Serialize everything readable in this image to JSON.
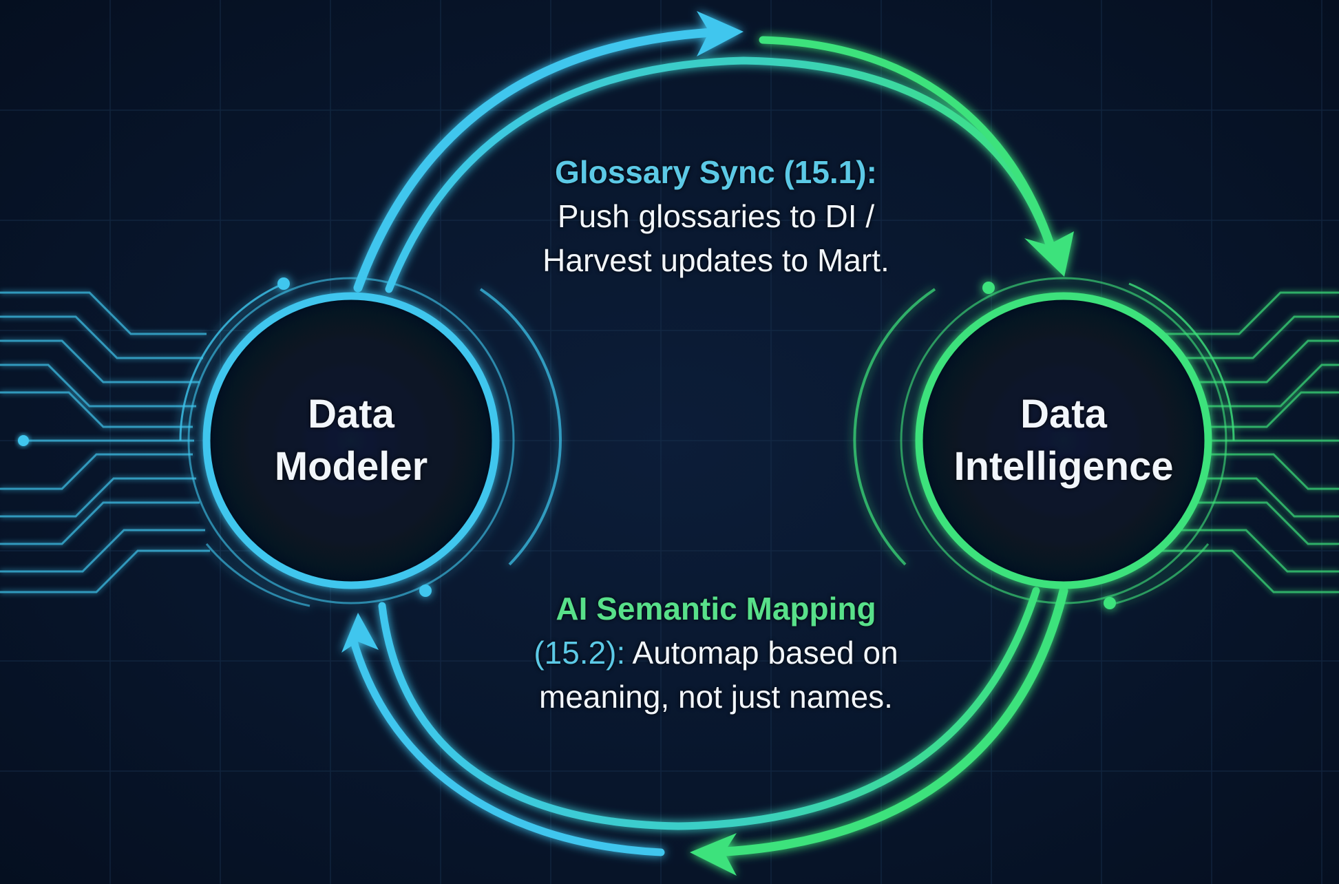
{
  "colors": {
    "background": "#071326",
    "blue_accent": "#3fc6ee",
    "green_accent": "#3de27c",
    "text": "#f2f6fb"
  },
  "nodes": {
    "left": {
      "line1": "Data",
      "line2": "Modeler"
    },
    "right": {
      "line1": "Data",
      "line2": "Intelligence"
    }
  },
  "top_annotation": {
    "title": "Glossary Sync (15.1):",
    "line2": "Push glossaries to DI /",
    "line3": "Harvest updates to Mart."
  },
  "bottom_annotation": {
    "title": "AI Semantic Mapping",
    "ref": "(15.2):",
    "line2_rest": " Automap based on",
    "line3": "meaning, not just names."
  },
  "arrows": [
    {
      "from": "Data Modeler",
      "to": "Data Intelligence",
      "route": "top"
    },
    {
      "from": "Data Intelligence",
      "to": "Data Modeler",
      "route": "bottom"
    }
  ]
}
